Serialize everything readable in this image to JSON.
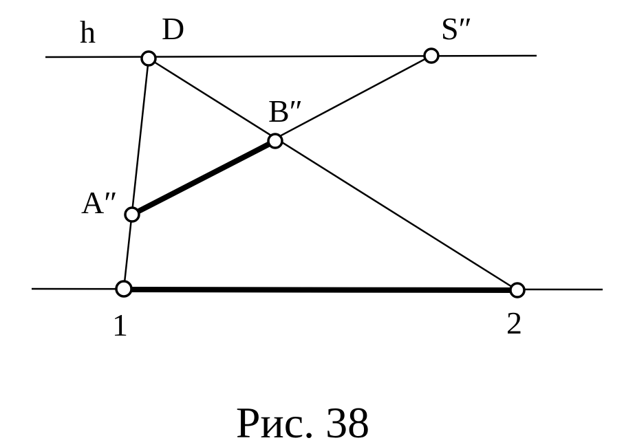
{
  "diagram": {
    "labels": {
      "h": "h",
      "D": "D",
      "S": "S″",
      "B": "B″",
      "A": "A″",
      "one": "1",
      "two": "2"
    },
    "caption": "Рис. 38"
  }
}
